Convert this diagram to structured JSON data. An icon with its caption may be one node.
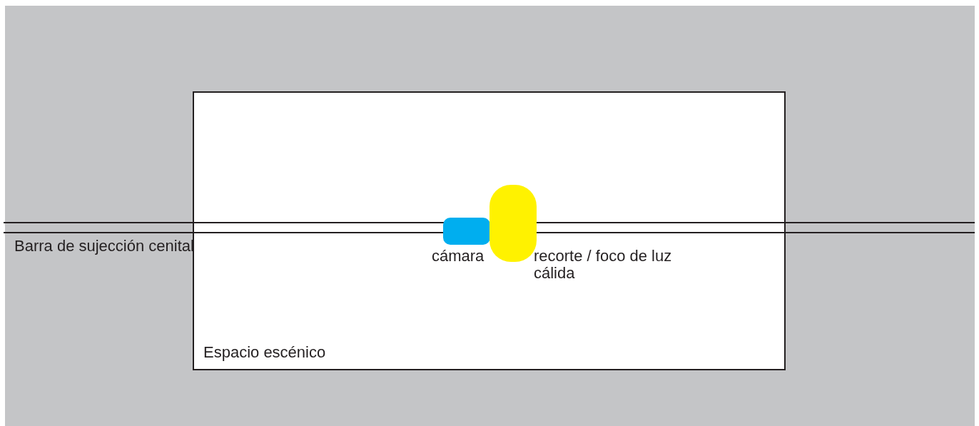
{
  "diagram": {
    "nodes": [
      {
        "text": [
          "Espacio escénico"
        ]
      },
      {
        "text": [],
        "shape": "bar",
        "beside": [
          "Barra de sujección cenital"
        ]
      },
      {
        "text": [],
        "shape": "box",
        "in": 0,
        "beside": [
          "cámara"
        ]
      },
      {
        "text": [],
        "shape": "box",
        "in": 0,
        "beside": [
          "recorte / foco de luz cálida"
        ]
      }
    ]
  }
}
